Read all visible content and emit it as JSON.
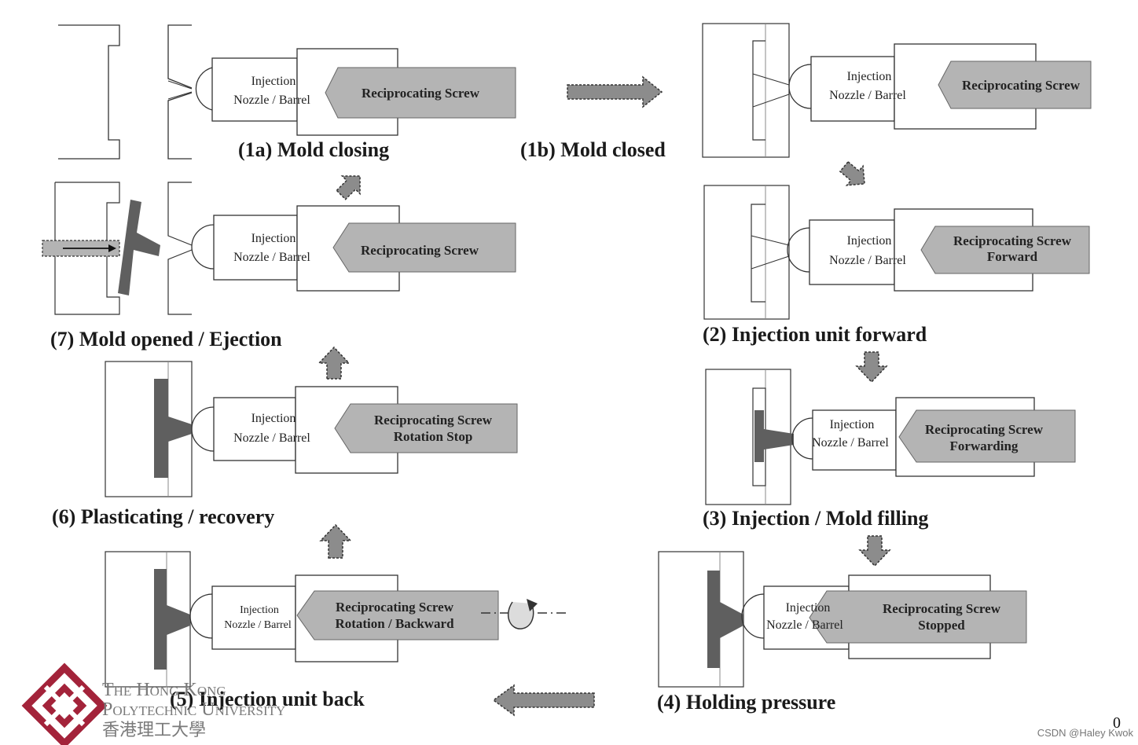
{
  "colors": {
    "screw": "#b4b4b4",
    "polymer": "#5f5f5f",
    "arrow": "#8c8c8c",
    "line": "#333333",
    "logo": "#a3233a"
  },
  "labels": {
    "injection": "Injection",
    "nozzle_barrel": "Nozzle  /  Barrel"
  },
  "stages": [
    {
      "id": "1a",
      "caption": "(1a) Mold closing",
      "screw_lines": [
        "Reciprocating Screw"
      ]
    },
    {
      "id": "1b",
      "caption": "(1b) Mold closed",
      "screw_lines": [
        "Reciprocating Screw"
      ]
    },
    {
      "id": "2",
      "caption": "(2) Injection unit forward",
      "screw_lines": [
        "Reciprocating Screw",
        "Forward"
      ]
    },
    {
      "id": "3",
      "caption": "(3) Injection / Mold filling",
      "screw_lines": [
        "Reciprocating Screw",
        "Forwarding"
      ]
    },
    {
      "id": "4",
      "caption": "(4) Holding pressure",
      "screw_lines": [
        "Reciprocating Screw",
        "Stopped"
      ]
    },
    {
      "id": "5",
      "caption": "(5) Injection unit back",
      "screw_lines": [
        "Reciprocating Screw",
        "Rotation  /  Backward"
      ]
    },
    {
      "id": "6",
      "caption": "(6) Plasticating / recovery",
      "screw_lines": [
        "Reciprocating Screw",
        "Rotation  Stop"
      ]
    },
    {
      "id": "7",
      "caption": "(7) Mold opened / Ejection",
      "screw_lines": [
        "Reciprocating Screw"
      ]
    }
  ],
  "logo": {
    "line1": "The Hong Kong",
    "line2": "Polytechnic University",
    "line3": "香港理工大學"
  },
  "watermark": "CSDN @Haley Kwok",
  "page_number": "0"
}
